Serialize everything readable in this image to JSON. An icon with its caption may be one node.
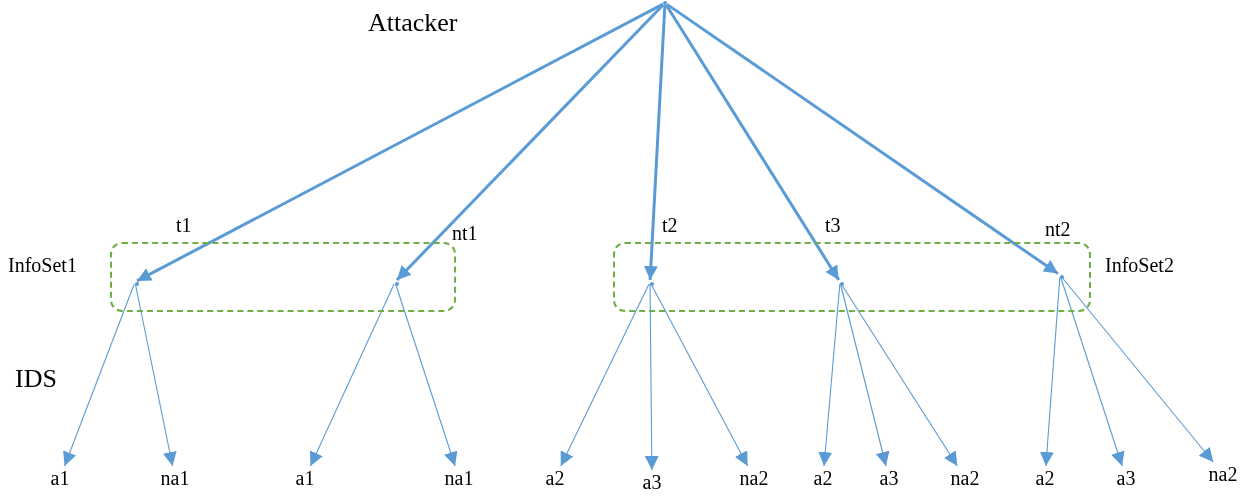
{
  "diagram": {
    "nodes": [
      {
        "text": [],
        "shape": "point"
      },
      {
        "text": [
          "InfoSet1"
        ]
      },
      {
        "text": [],
        "shape": "point",
        "in": 1
      },
      {
        "text": [],
        "shape": "point",
        "in": 1
      },
      {
        "text": [
          "InfoSet2"
        ]
      },
      {
        "text": [],
        "shape": "point",
        "in": 4
      },
      {
        "text": [],
        "shape": "point",
        "in": 4
      },
      {
        "text": [],
        "shape": "point",
        "in": 4
      },
      {
        "text": [
          "a1"
        ]
      },
      {
        "text": [
          "na1"
        ]
      },
      {
        "text": [
          "a1"
        ]
      },
      {
        "text": [
          "na1"
        ]
      },
      {
        "text": [
          "a2"
        ]
      },
      {
        "text": [
          "a3"
        ]
      },
      {
        "text": [
          "na2"
        ]
      },
      {
        "text": [
          "a2"
        ]
      },
      {
        "text": [
          "a3"
        ]
      },
      {
        "text": [
          "na2"
        ]
      },
      {
        "text": [
          "a2"
        ]
      },
      {
        "text": [
          "a3"
        ]
      },
      {
        "text": [
          "na2"
        ]
      }
    ],
    "edges": [
      {
        "from": 0,
        "to": 2,
        "arrow": "to",
        "label": "t1",
        "style": "thick"
      },
      {
        "from": 0,
        "to": 3,
        "arrow": "to",
        "label": "nt1",
        "style": "thick"
      },
      {
        "from": 0,
        "to": 5,
        "arrow": "to",
        "label": "t2",
        "style": "thick"
      },
      {
        "from": 0,
        "to": 6,
        "arrow": "to",
        "label": "t3",
        "style": "thick"
      },
      {
        "from": 0,
        "to": 7,
        "arrow": "to",
        "label": "nt2",
        "style": "thick"
      },
      {
        "from": 2,
        "to": 8,
        "arrow": "to"
      },
      {
        "from": 2,
        "to": 9,
        "arrow": "to"
      },
      {
        "from": 3,
        "to": 10,
        "arrow": "to"
      },
      {
        "from": 3,
        "to": 11,
        "arrow": "to"
      },
      {
        "from": 5,
        "to": 12,
        "arrow": "to"
      },
      {
        "from": 5,
        "to": 13,
        "arrow": "to"
      },
      {
        "from": 5,
        "to": 14,
        "arrow": "to"
      },
      {
        "from": 6,
        "to": 15,
        "arrow": "to"
      },
      {
        "from": 6,
        "to": 16,
        "arrow": "to"
      },
      {
        "from": 6,
        "to": 17,
        "arrow": "to"
      },
      {
        "from": 7,
        "to": 18,
        "arrow": "to"
      },
      {
        "from": 7,
        "to": 19,
        "arrow": "to"
      },
      {
        "from": 7,
        "to": 20,
        "arrow": "to"
      }
    ],
    "labels": [
      "Attacker",
      "IDS"
    ]
  }
}
